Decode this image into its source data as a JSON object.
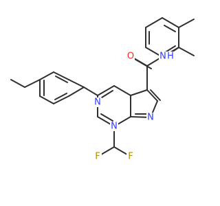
{
  "diagram": {
    "type": "chemical-structure",
    "background": "#ffffff",
    "bond_color": "#2f2f2f",
    "labels": {
      "N_pyrimidine": "N",
      "N_bridge": "N",
      "N_pyrazole": "N",
      "O_carbonyl": "O",
      "N_amide": "N",
      "H_amide": "H",
      "F_left": "F",
      "F_right": "F"
    },
    "colors": {
      "N": "#2f3cff",
      "O": "#ff2a2a",
      "F": "#b58a00"
    }
  }
}
